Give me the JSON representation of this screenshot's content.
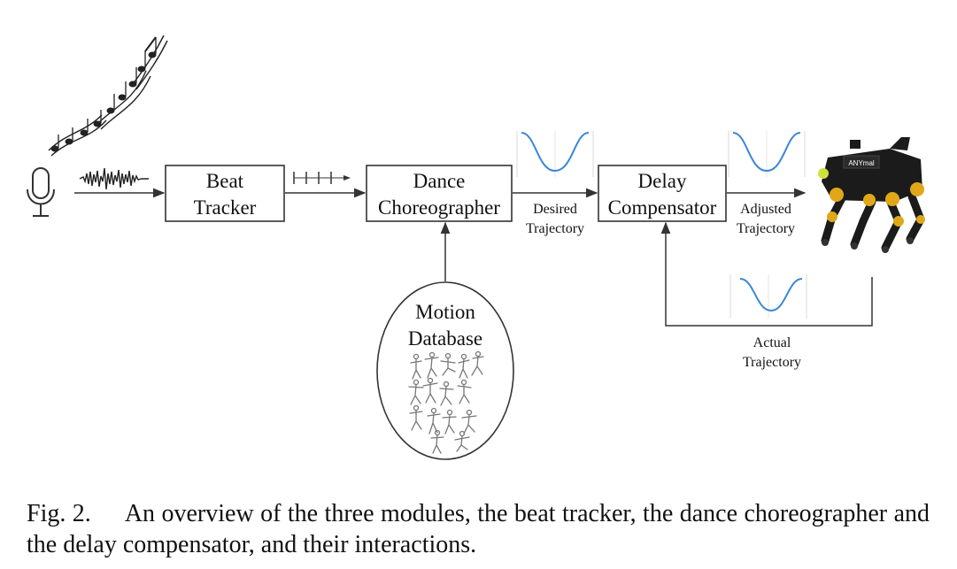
{
  "modules": {
    "beat_tracker": {
      "line1": "Beat",
      "line2": "Tracker"
    },
    "dance_choreographer": {
      "line1": "Dance",
      "line2": "Choreographer"
    },
    "delay_compensator": {
      "line1": "Delay",
      "line2": "Compensator"
    },
    "motion_database": {
      "line1": "Motion",
      "line2": "Database"
    }
  },
  "signals": {
    "desired": {
      "line1": "Desired",
      "line2": "Trajectory"
    },
    "adjusted": {
      "line1": "Adjusted",
      "line2": "Trajectory"
    },
    "actual": {
      "line1": "Actual",
      "line2": "Trajectory"
    }
  },
  "robot_logo": "ANYmal",
  "caption": {
    "label": "Fig. 2.",
    "text": "An overview of the three modules, the beat tracker, the dance choreographer and the delay compensator, and their interactions."
  },
  "colors": {
    "line": "#333333",
    "trajectory": "#3a86d6",
    "grid": "#d9d9d9",
    "robot_body": "#1b1b1b",
    "robot_joint": "#e0a818",
    "robot_foot": "#cfe23a"
  }
}
